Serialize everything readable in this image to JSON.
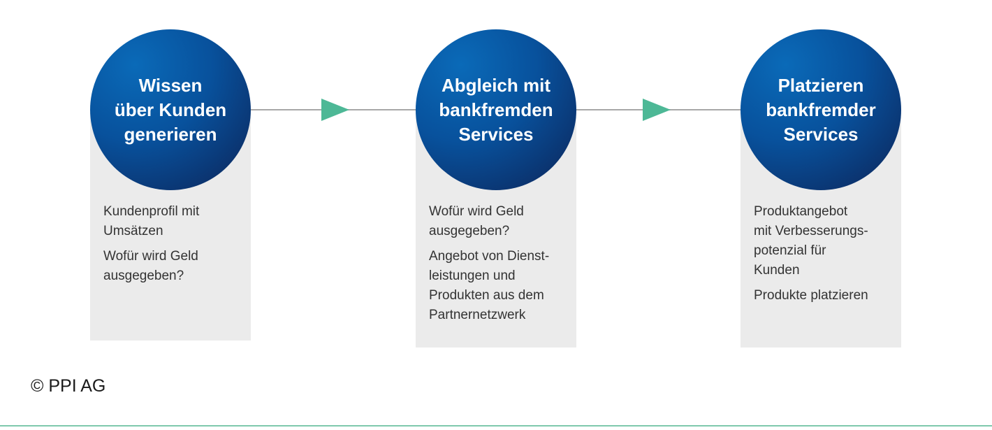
{
  "steps": [
    {
      "title_lines": [
        "Wissen",
        "über Kunden",
        "generieren"
      ],
      "paragraphs": [
        [
          "Kundenprofil mit",
          "Umsätzen"
        ],
        [
          "Wofür wird Geld",
          "ausgegeben?"
        ]
      ]
    },
    {
      "title_lines": [
        "Abgleich mit",
        "bankfremden",
        "Services"
      ],
      "paragraphs": [
        [
          "Wofür wird Geld",
          "ausgegeben?"
        ],
        [
          "Angebot von Dienst-",
          "leistungen und",
          "Produkten aus dem",
          "Partnernetzwerk"
        ]
      ]
    },
    {
      "title_lines": [
        "Platzieren",
        "bankfremder",
        "Services"
      ],
      "paragraphs": [
        [
          "Produktangebot",
          "mit Verbesserungs-",
          "potenzial für",
          "Kunden"
        ],
        [
          "Produkte platzieren"
        ]
      ]
    }
  ],
  "footer": {
    "copyright": "© PPI AG"
  },
  "colors": {
    "circle": "#0b3470",
    "arrow": "#4db896",
    "panel": "#ebebeb",
    "footer_line": "#7fc9ad"
  }
}
